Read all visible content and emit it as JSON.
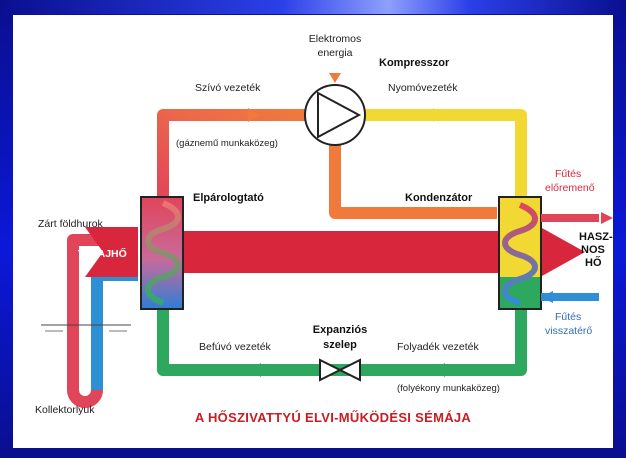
{
  "labels": {
    "elektromos_1": "Elektromos",
    "elektromos_2": "energia",
    "kompresszor": "Kompresszor",
    "szivo_vezetek": "Szívó vezeték",
    "nyomovezetek": "Nyomóvezeték",
    "gaznemu": "(gáznemű munkaközeg)",
    "elparologtato": "Elpárologtató",
    "kondenzator": "Kondenzátor",
    "zart_foldhurok": "Zárt földhurok",
    "talajho": "TALAJHŐ",
    "futes_elore_1": "Fűtés",
    "futes_elore_2": "előremenő",
    "hasznos_1": "HASZ-",
    "hasznos_2": "NOS",
    "hasznos_3": "HŐ",
    "futes_vissza_1": "Fűtés",
    "futes_vissza_2": "visszatérő",
    "expanzios_1": "Expanziós",
    "expanzios_2": "szelep",
    "befuvo_vezetek": "Befúvó vezeték",
    "folyadek_vezetek": "Folyadék vezeték",
    "folyekony": "(folyékony munkaközeg)",
    "kollektorlyuk": "Kollektorlyuk"
  },
  "caption": "A HŐSZIVATTYÚ ELVI-MŰKÖDÉSI SÉMÁJA",
  "colors": {
    "background": "#0a14c8",
    "card": "#ffffff",
    "heat_band": "#d8273d",
    "pipe_red": "#e0455a",
    "pipe_orange": "#ef7a3c",
    "pipe_yellow": "#f2d832",
    "pipe_green": "#2ea85f",
    "pipe_blue": "#2f8fd4",
    "caption": "#c81d22"
  }
}
